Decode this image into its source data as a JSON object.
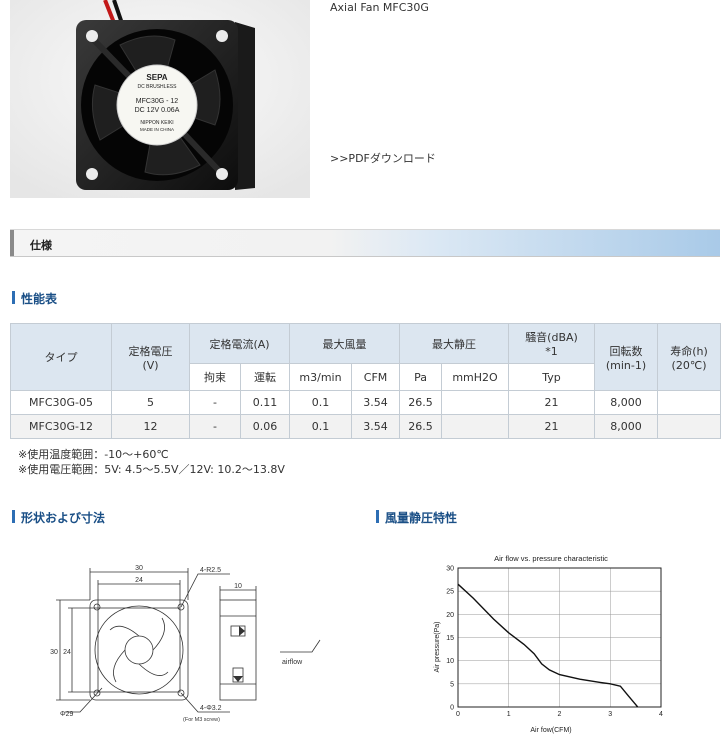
{
  "product": {
    "title": "Axial Fan MFC30G",
    "pdf_link": ">>PDFダウンロード",
    "photo_label": {
      "brand": "SEPA",
      "type": "DC BRUSHLESS",
      "model": "MFC30G - 12",
      "rating": "DC 12V 0.06A",
      "maker": "NIPPON KEIKI",
      "origin": "MADE IN CHINA"
    }
  },
  "section": {
    "title": "仕様"
  },
  "performance": {
    "heading": "性能表",
    "headers": {
      "type": "タイプ",
      "voltage": "定格電圧\n(V)",
      "current": "定格電流(A)",
      "flow": "最大風量",
      "pressure": "最大静圧",
      "noise": "騒音(dBA)\n*1",
      "speed": "回転数\n(min-1)",
      "life": "寿命(h)\n(20℃)",
      "sub": [
        "拘束",
        "運転",
        "m3/min",
        "CFM",
        "Pa",
        "mmH2O",
        "Typ"
      ]
    },
    "rows": [
      [
        "MFC30G-05",
        "5",
        "-",
        "0.11",
        "0.1",
        "3.54",
        "26.5",
        "",
        "21",
        "8,000",
        ""
      ],
      [
        "MFC30G-12",
        "12",
        "-",
        "0.06",
        "0.1",
        "3.54",
        "26.5",
        "",
        "21",
        "8,000",
        ""
      ]
    ],
    "notes": [
      "※使用温度範囲：-10〜+60℃",
      "※使用電圧範囲：5V: 4.5〜5.5V／12V: 10.2〜13.8V"
    ]
  },
  "dimensions": {
    "heading": "形状および寸法",
    "labels": {
      "w30": "30",
      "w24": "24",
      "h30": "30",
      "h24": "24",
      "r": "4-R2.5",
      "hole": "4-Φ3.2",
      "screw": "(For M3 screw)",
      "dia": "Φ29",
      "depth": "10",
      "airflow": "airflow"
    }
  },
  "pq": {
    "heading": "風量静圧特性",
    "chart_data": {
      "type": "line",
      "title": "Air flow vs. pressure characteristic",
      "xlabel": "Air fow(CFM)",
      "ylabel": "Air pressure(Pa)",
      "xlim": [
        0,
        4
      ],
      "ylim": [
        0,
        30
      ],
      "xticks": [
        0,
        1,
        2,
        3,
        4
      ],
      "yticks": [
        0,
        5,
        10,
        15,
        20,
        25,
        30
      ],
      "grid": true,
      "series": [
        {
          "x": [
            0,
            0.3,
            0.7,
            1.0,
            1.3,
            1.5,
            1.65,
            1.8,
            2.0,
            2.4,
            2.8,
            3.0,
            3.2,
            3.35,
            3.54
          ],
          "y": [
            26.5,
            23.5,
            19,
            16,
            13.5,
            11.5,
            9.3,
            8,
            7,
            6,
            5.3,
            5,
            4.5,
            2.5,
            0
          ]
        }
      ]
    }
  }
}
